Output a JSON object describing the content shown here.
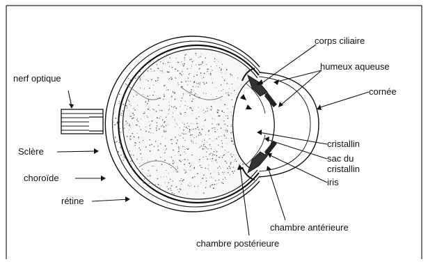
{
  "labels": {
    "corps_ciliaire": "corps ciliaire",
    "humeur_aqueuse": "humeux aqueuse",
    "cornee": "cornée",
    "nerf_optique": "nerf optique",
    "sclere": "Sclère",
    "choroide": "choroïde",
    "retine": "rétine",
    "cristallin": "cristallin",
    "sac_du_cristallin_1": "sac du",
    "sac_du_cristallin_2": "cristallin",
    "iris": "iris",
    "chambre_anterieure": "chambre antérieure",
    "chambre_posterieure": "chambre postérieure"
  },
  "colors": {
    "ink": "#111111",
    "frame": "#222222",
    "stipple": "#555555"
  }
}
